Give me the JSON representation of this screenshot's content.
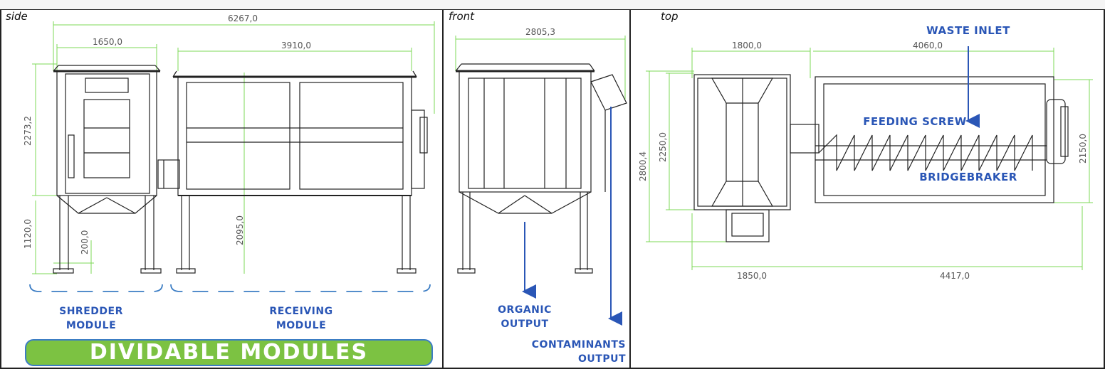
{
  "views": {
    "side": "side",
    "front": "front",
    "top": "top"
  },
  "side": {
    "dims": {
      "overall_length": "6267,0",
      "shredder_length": "1650,0",
      "receiving_length": "3910,0",
      "body_height": "2273,2",
      "leg_height": "1120,0",
      "foot_height": "200,0",
      "receiving_height": "2095,0"
    },
    "labels": {
      "shredder": [
        "SHREDDER",
        "MODULE"
      ],
      "receiving": [
        "RECEIVING",
        "MODULE"
      ]
    },
    "banner": "DIVIDABLE MODULES"
  },
  "front": {
    "dims": {
      "width": "2805,3"
    },
    "labels": {
      "organic": [
        "ORGANIC",
        "OUTPUT"
      ],
      "contaminants": [
        "CONTAMINANTS",
        "OUTPUT"
      ]
    }
  },
  "top": {
    "dims": {
      "shredder_width": "1800,0",
      "receiving_width": "4060,0",
      "overall_depth": "2800,4",
      "shredder_depth": "2250,0",
      "receiving_depth": "2150,0",
      "bottom_left": "1850,0",
      "bottom_right": "4417,0"
    },
    "labels": {
      "waste_inlet": "WASTE INLET",
      "feeding_screw": "FEEDING SCREW",
      "bridgebraker": "BRIDGEBRAKER"
    }
  },
  "colors": {
    "dimension_line": "#7ed957",
    "callout_blue": "#2a56b6",
    "banner_fill": "#7cc242",
    "banner_border": "#3c7dc4"
  }
}
